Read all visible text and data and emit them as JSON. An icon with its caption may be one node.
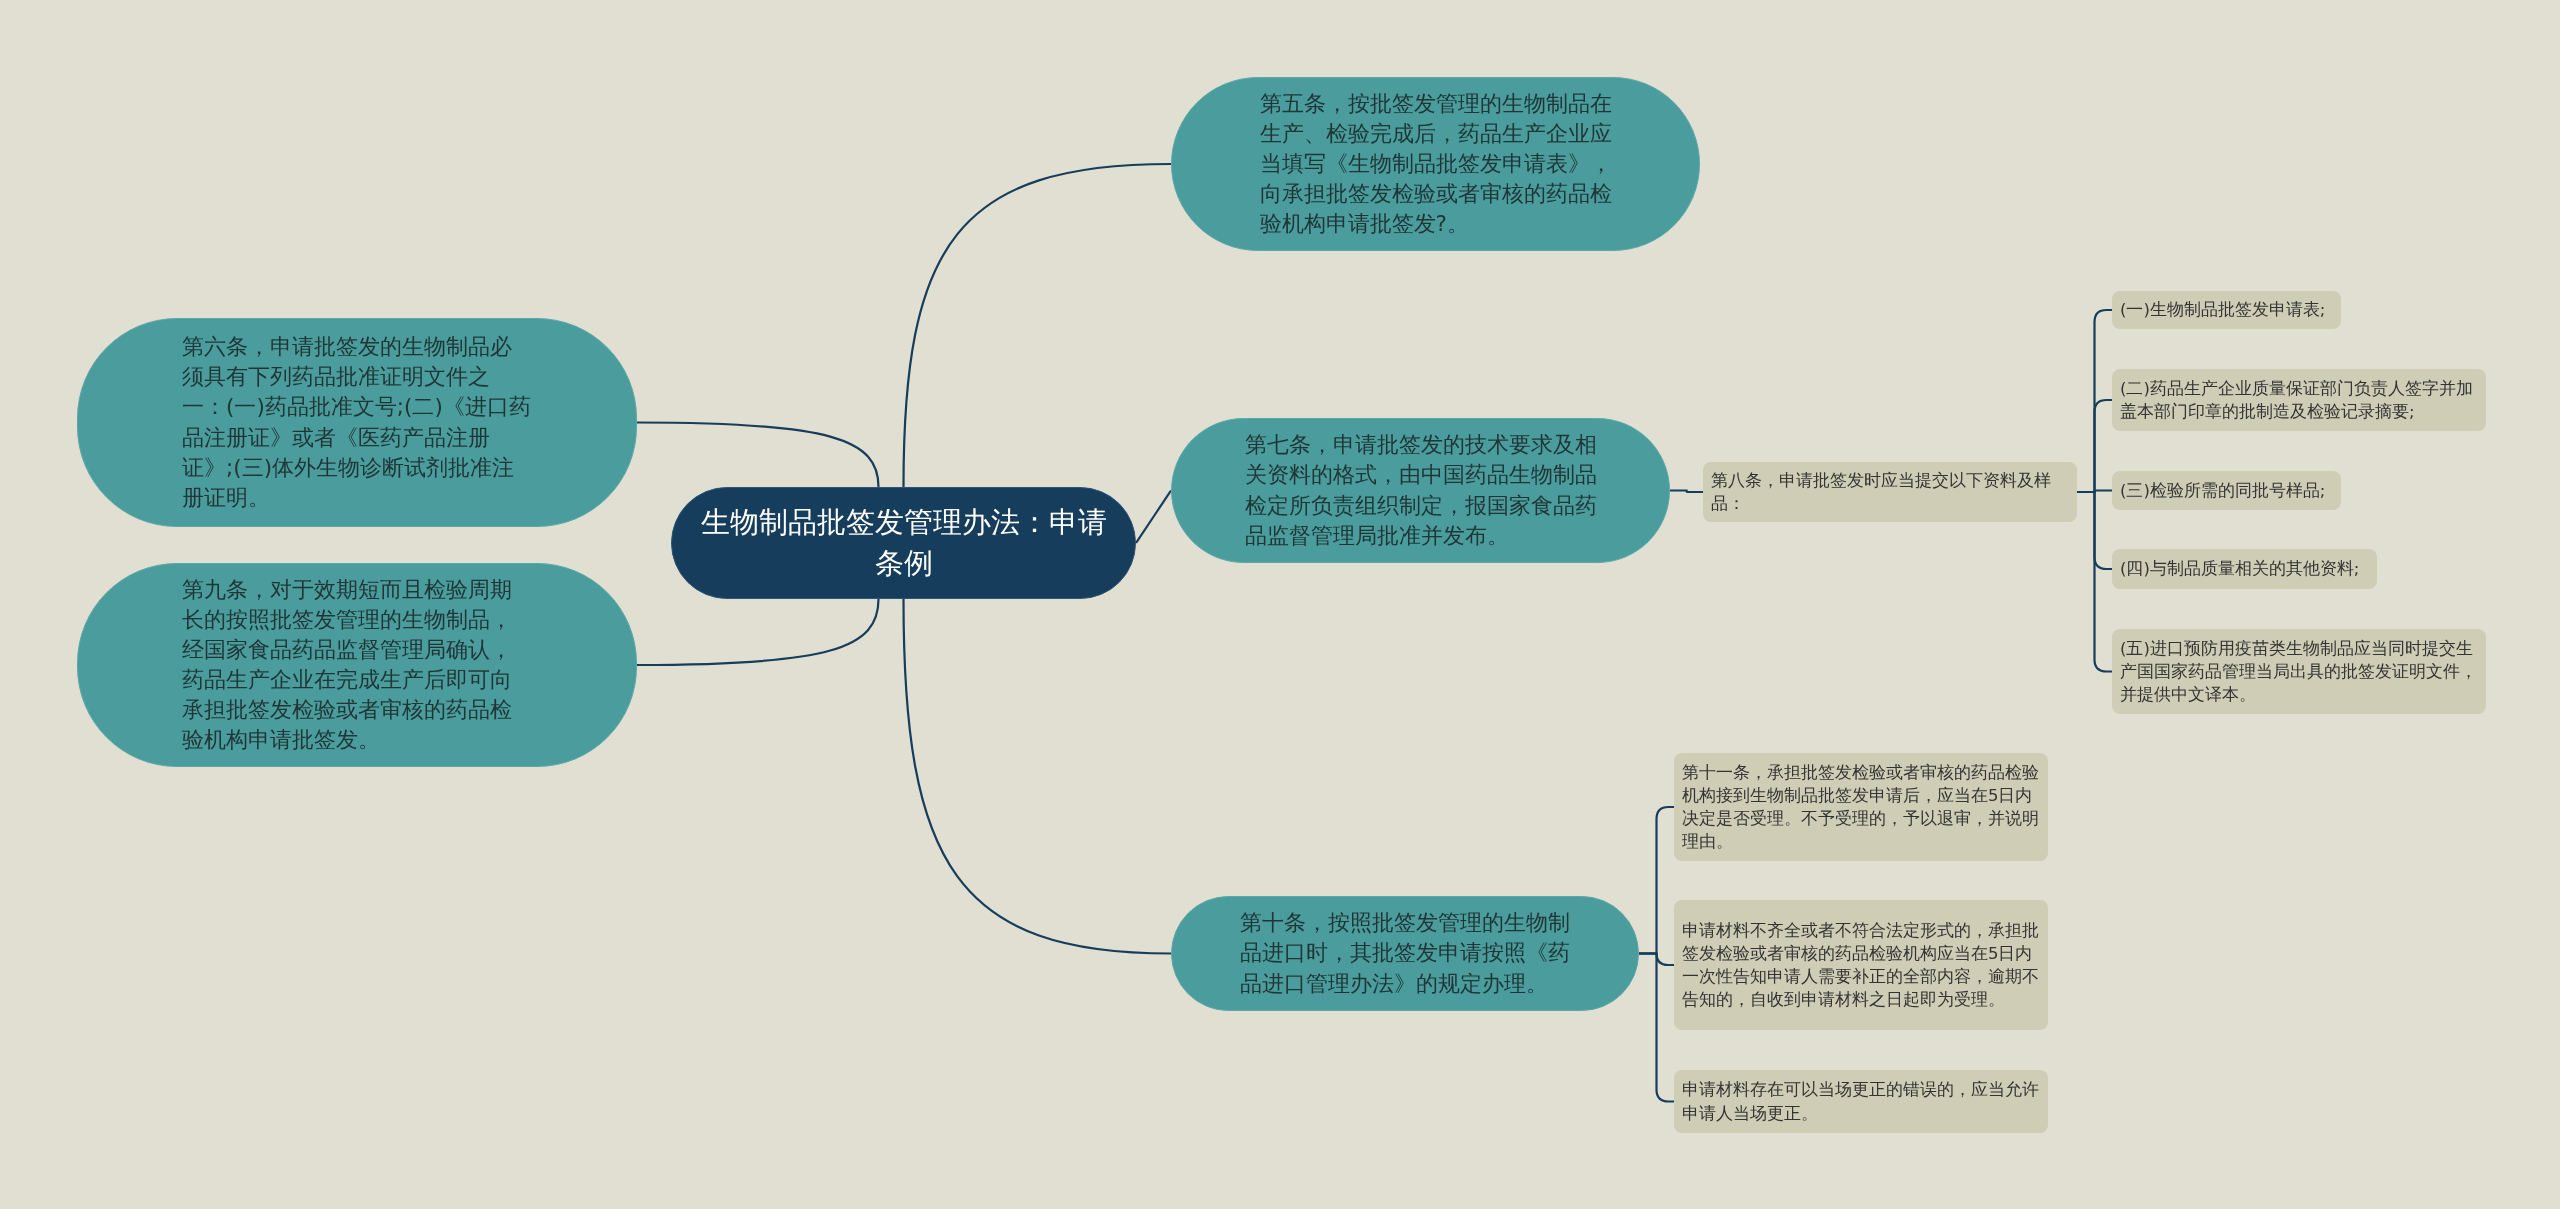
{
  "diagram": {
    "nodes": [
      {
        "text": [
          "生物制品批签发管理办法：申请条例"
        ]
      },
      {
        "text": [
          "第五条，按批签发管理的生物制品在生产、检验完成后，药品生产企业应当填写《生物制品批签发申请表》，向承担批签发检验或者审核的药品检验机构申请批签发?。"
        ]
      },
      {
        "text": [
          "第六条，申请批签发的生物制品必须具有下列药品批准证明文件之一：(一)药品批准文号;(二)《进口药品注册证》或者《医药产品注册证》;(三)体外生物诊断试剂批准注册证明。"
        ]
      },
      {
        "text": [
          "第七条，申请批签发的技术要求及相关资料的格式，由中国药品生物制品检定所负责组织制定，报国家食品药品监督管理局批准并发布。"
        ]
      },
      {
        "text": [
          "第八条，申请批签发时应当提交以下资料及样品："
        ]
      },
      {
        "text": [
          "(一)生物制品批签发申请表;"
        ]
      },
      {
        "text": [
          "(二)药品生产企业质量保证部门负责人签字并加盖本部门印章的批制造及检验记录摘要;"
        ]
      },
      {
        "text": [
          "(三)检验所需的同批号样品;"
        ]
      },
      {
        "text": [
          "(四)与制品质量相关的其他资料;"
        ]
      },
      {
        "text": [
          "(五)进口预防用疫苗类生物制品应当同时提交生产国国家药品管理当局出具的批签发证明文件，并提供中文译本。"
        ]
      },
      {
        "text": [
          "第九条，对于效期短而且检验周期长的按照批签发管理的生物制品，经国家食品药品监督管理局确认，药品生产企业在完成生产后即可向承担批签发检验或者审核的药品检验机构申请批签发。"
        ]
      },
      {
        "text": [
          "第十条，按照批签发管理的生物制品进口时，其批签发申请按照《药品进口管理办法》的规定办理。"
        ]
      },
      {
        "text": [
          "第十一条，承担批签发检验或者审核的药品检验机构接到生物制品批签发申请后，应当在5日内决定是否受理。不予受理的，予以退审，并说明理由。"
        ]
      },
      {
        "text": [
          "申请材料不齐全或者不符合法定形式的，承担批签发检验或者审核的药品检验机构应当在5日内一次性告知申请人需要补正的全部内容，逾期不告知的，自收到申请材料之日起即为受理。"
        ]
      },
      {
        "text": [
          "申请材料存在可以当场更正的错误的，应当允许申请人当场更正。"
        ]
      }
    ],
    "edges": [
      {
        "from": 0,
        "to": 1,
        "arrow": "none"
      },
      {
        "from": 0,
        "to": 2,
        "arrow": "none"
      },
      {
        "from": 0,
        "to": 3,
        "arrow": "none"
      },
      {
        "from": 3,
        "to": 4,
        "arrow": "none"
      },
      {
        "from": 4,
        "to": 5,
        "arrow": "none"
      },
      {
        "from": 4,
        "to": 6,
        "arrow": "none"
      },
      {
        "from": 4,
        "to": 7,
        "arrow": "none"
      },
      {
        "from": 4,
        "to": 8,
        "arrow": "none"
      },
      {
        "from": 4,
        "to": 9,
        "arrow": "none"
      },
      {
        "from": 0,
        "to": 10,
        "arrow": "none"
      },
      {
        "from": 0,
        "to": 11,
        "arrow": "none"
      },
      {
        "from": 11,
        "to": 12,
        "arrow": "none"
      },
      {
        "from": 11,
        "to": 13,
        "arrow": "none"
      },
      {
        "from": 11,
        "to": 14,
        "arrow": "none"
      }
    ]
  }
}
